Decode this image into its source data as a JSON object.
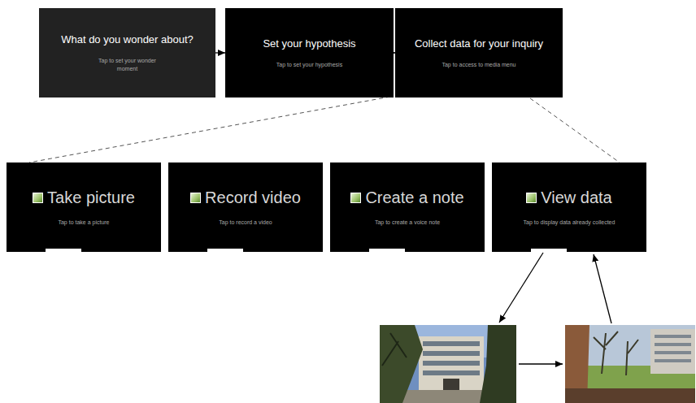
{
  "diagram": {
    "nodes": [
      {
        "text": [
          "What do you wonder about?",
          "Tap to set your wonder moment"
        ]
      },
      {
        "text": [
          "Set your hypothesis",
          "Tap to set your hypothesis"
        ]
      },
      {
        "text": [
          "Collect data for your inquiry",
          "Tap to access to media menu"
        ]
      },
      {
        "text": [
          "Take picture",
          "Tap to take a picture"
        ]
      },
      {
        "text": [
          "Record video",
          "Tap to record a video"
        ]
      },
      {
        "text": [
          "Create a note",
          "Tap to create a voice note"
        ]
      },
      {
        "text": [
          "View data",
          "Tap to display data already collected"
        ]
      }
    ],
    "edges": [
      {
        "from": 0,
        "to": 1,
        "arrow": "to"
      },
      {
        "from": 1,
        "to": 2,
        "arrow": "to"
      }
    ]
  }
}
